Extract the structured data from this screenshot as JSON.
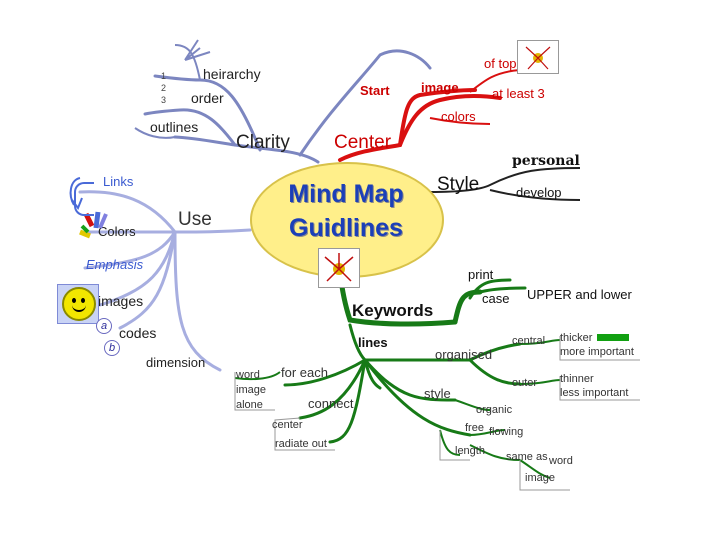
{
  "center": {
    "line1": "Mind Map",
    "line2": "Guidlines"
  },
  "branches": {
    "clarity": "Clarity",
    "center": "Center",
    "style": "Style",
    "use": "Use",
    "keywords": "Keywords"
  },
  "clarity_items": {
    "hierarchy": "heirarchy",
    "order": "order",
    "outlines": "outlines",
    "n1": "1",
    "n2": "2",
    "n3": "3"
  },
  "center_items": {
    "start": "Start",
    "image": "image",
    "of_topic": "of topic",
    "at_least": "at least 3",
    "colors": "colors"
  },
  "style_items": {
    "personal": "personal",
    "develop": "develop"
  },
  "use_items": {
    "links": "Links",
    "colors": "Colors",
    "emphasis": "Emphasis",
    "images": "images",
    "codes": "codes",
    "a": "a",
    "b": "b",
    "dimension": "dimension"
  },
  "keywords_items": {
    "print": "print",
    "case": "case",
    "upper_lower": "UPPER and lower",
    "lines": "lines",
    "organised": "organised",
    "central": "central",
    "thicker": "thicker",
    "more_important": "more important",
    "outer": "outer",
    "thinner": "thinner",
    "less_important": "less important",
    "for_each": "for each",
    "word": "word",
    "image": "image",
    "alone": "alone",
    "connect": "connect",
    "center": "center",
    "radiate_out": "radiate out",
    "style": "style",
    "organic": "organic",
    "free": "free",
    "flowing": "flowing",
    "length": "length",
    "same_as": "same as",
    "word2": "word",
    "image2": "image"
  },
  "colors": {
    "clarity": "#7c86c0",
    "center": "#d91010",
    "style": "#1e1e1e",
    "use": "#a7aee0",
    "keywords": "#177a17",
    "bubble": "#ffef8a"
  }
}
